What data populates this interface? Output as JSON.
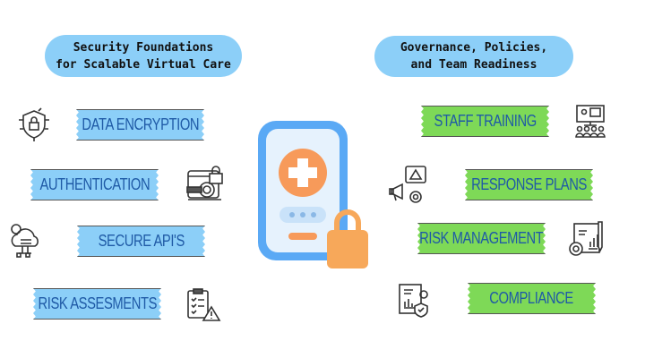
{
  "left": {
    "heading_line1": "Security Foundations",
    "heading_line2": "for Scalable Virtual Care",
    "items": [
      {
        "label": "DATA ENCRYPTION",
        "icon": "shield-lock-icon"
      },
      {
        "label": "AUTHENTICATION",
        "icon": "fingerprint-lock-icon"
      },
      {
        "label": "SECURE API'S",
        "icon": "cloud-network-icon"
      },
      {
        "label": "RISK ASSESMENTS",
        "icon": "clipboard-warning-icon"
      }
    ]
  },
  "right": {
    "heading_line1": "Governance, Policies,",
    "heading_line2": "and Team Readiness",
    "items": [
      {
        "label": "STAFF TRAINING",
        "icon": "presentation-audience-icon"
      },
      {
        "label": "RESPONSE PLANS",
        "icon": "megaphone-alert-icon"
      },
      {
        "label": "RISK MANAGEMENT",
        "icon": "report-gear-icon"
      },
      {
        "label": "COMPLIANCE",
        "icon": "document-shield-icon"
      }
    ]
  },
  "colors": {
    "security_tag": "#8ccff8",
    "governance_tag": "#7ed957",
    "heading_pill": "#8ccff8",
    "label_text": "#1f5aa6",
    "phone": "#5aa9f5",
    "cross": "#f79a5a",
    "lock": "#f7a85a"
  }
}
